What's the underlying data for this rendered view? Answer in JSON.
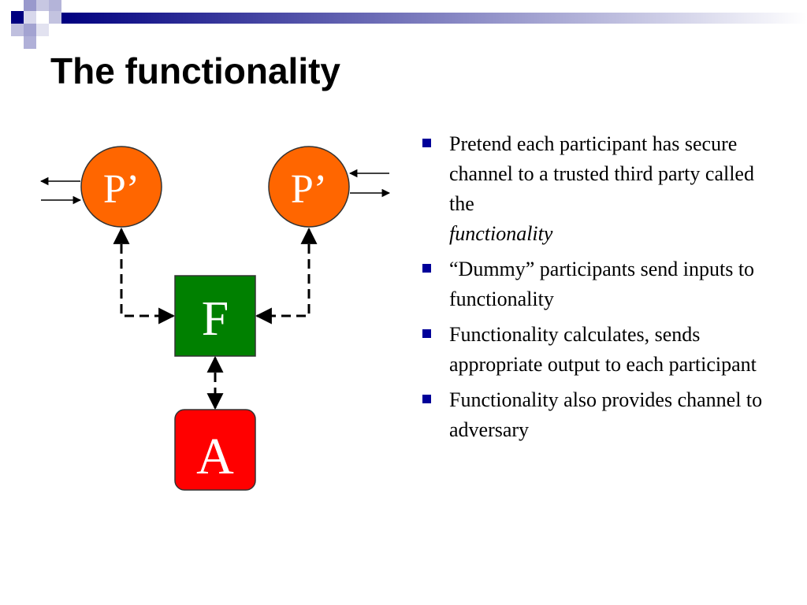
{
  "title": "The functionality",
  "theme": {
    "accent": "#000080",
    "accent_light": "#9999cc",
    "participant_fill": "#ff6600",
    "functionality_fill": "#008000",
    "adversary_fill": "#ff0000",
    "bullet_color": "#000099"
  },
  "diagram": {
    "participant_left": {
      "label": "P’"
    },
    "participant_right": {
      "label": "P’"
    },
    "functionality": {
      "label": "F"
    },
    "adversary": {
      "label": "A"
    }
  },
  "bullets": [
    {
      "text": "Pretend each participant has secure channel to a trusted third party called the",
      "emphasis": "functionality"
    },
    {
      "text": "“Dummy” participants send inputs to functionality"
    },
    {
      "text": "Functionality calculates, sends appropriate output to each participant"
    },
    {
      "text": "Functionality also provides channel to adversary"
    }
  ]
}
